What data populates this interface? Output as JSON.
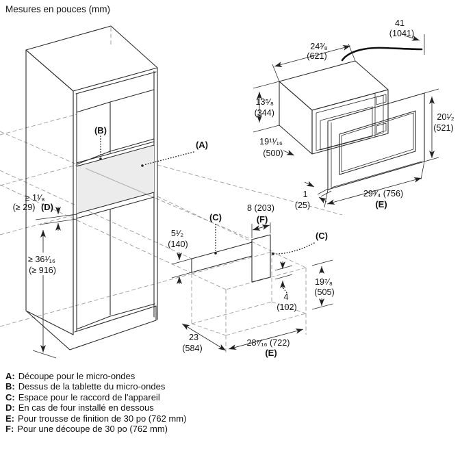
{
  "title": "Mesures en pouces (mm)",
  "labels": {
    "a": "(A)",
    "b": "(B)",
    "c": "(C)",
    "d": "(D)",
    "e": "(E)",
    "f": "(F)"
  },
  "dimensions": {
    "shelf_min_thickness": {
      "in": "≥ 1¹⁄₈",
      "mm": "(≥ 29)"
    },
    "clearance_below": {
      "in": "≥ 36¹⁄₁₆",
      "mm": "(≥ 916)"
    },
    "oven_width": {
      "in": "24³⁄₈",
      "mm": "(621)"
    },
    "cord_length": {
      "in": "41",
      "mm": "(1041)"
    },
    "oven_height": {
      "in": "13⁵⁄₈",
      "mm": "(344)"
    },
    "oven_depth": {
      "in": "19¹¹⁄₁₆",
      "mm": "(500)"
    },
    "frame_height": {
      "in": "20¹⁄₂",
      "mm": "(521)"
    },
    "frame_lip": {
      "in": "1",
      "mm": "(25)"
    },
    "frame_width": {
      "in": "29³⁄₄ (756)",
      "ref": "(E)"
    },
    "shelf_thickness": {
      "in": "5¹⁄₂",
      "mm": "(140)"
    },
    "cutout_width": {
      "in": "8 (203)",
      "ref": "(F)"
    },
    "gap": {
      "in": "4",
      "mm": "(102)"
    },
    "cutout_depth": {
      "in": "19⁷⁄₈",
      "mm": "(505)"
    },
    "box_depth": {
      "in": "23",
      "mm": "(584)"
    },
    "box_width": {
      "in": "28⁷⁄₁₆ (722)",
      "ref": "(E)"
    }
  },
  "legend": [
    {
      "key": "A:",
      "text": "Découpe pour le micro-ondes"
    },
    {
      "key": "B:",
      "text": "Dessus de la tablette du micro-ondes"
    },
    {
      "key": "C:",
      "text": "Espace pour le raccord de l'appareil"
    },
    {
      "key": "D:",
      "text": "En cas de four installé en dessous"
    },
    {
      "key": "E:",
      "text": "Pour trousse de finition de 30 po (762 mm)"
    },
    {
      "key": "F:",
      "text": "Pour une découpe de 30 po (762 mm)"
    }
  ]
}
